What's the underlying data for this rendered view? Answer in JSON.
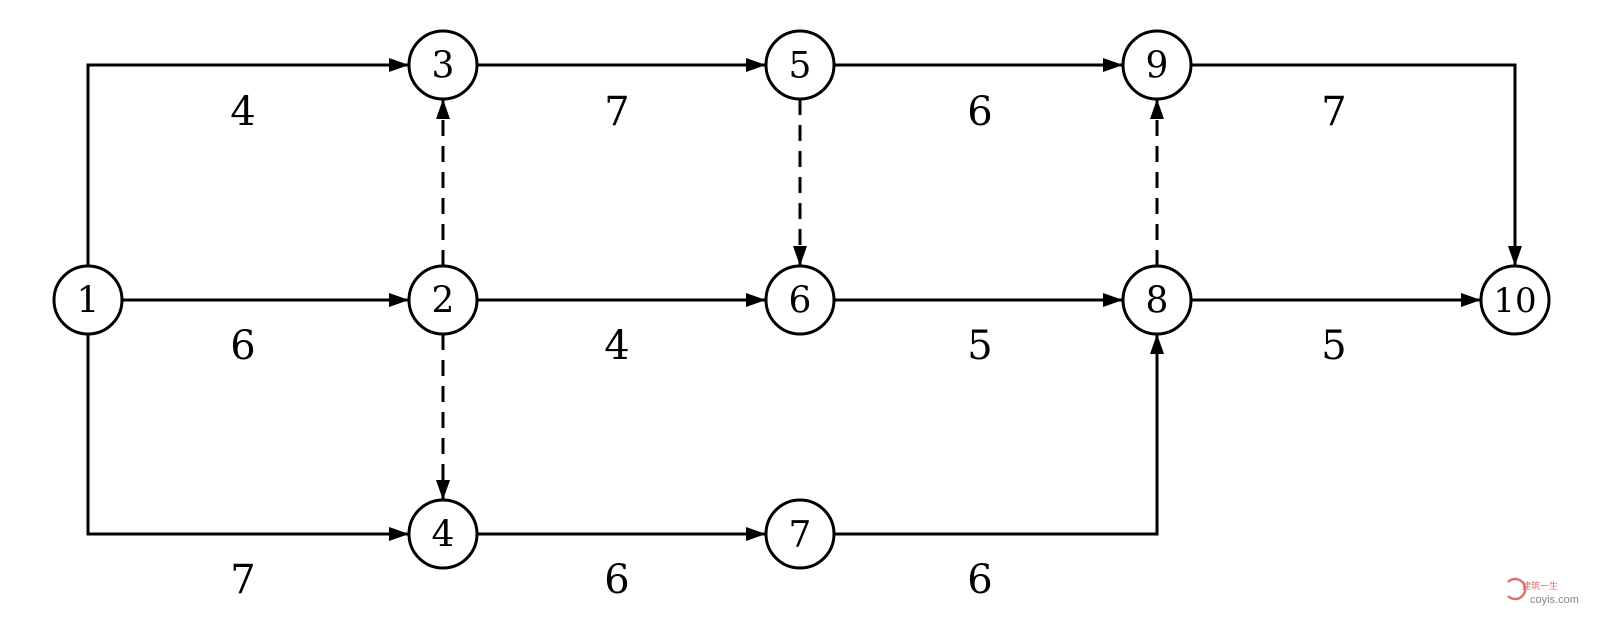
{
  "nodes": [
    {
      "id": "1",
      "label": "1"
    },
    {
      "id": "2",
      "label": "2"
    },
    {
      "id": "3",
      "label": "3"
    },
    {
      "id": "4",
      "label": "4"
    },
    {
      "id": "5",
      "label": "5"
    },
    {
      "id": "6",
      "label": "6"
    },
    {
      "id": "7",
      "label": "7"
    },
    {
      "id": "8",
      "label": "8"
    },
    {
      "id": "9",
      "label": "9"
    },
    {
      "id": "10",
      "label": "10"
    }
  ],
  "edges": [
    {
      "from": "1",
      "to": "3",
      "weight": "4",
      "dummy": false
    },
    {
      "from": "1",
      "to": "2",
      "weight": "6",
      "dummy": false
    },
    {
      "from": "1",
      "to": "4",
      "weight": "7",
      "dummy": false
    },
    {
      "from": "3",
      "to": "5",
      "weight": "7",
      "dummy": false
    },
    {
      "from": "2",
      "to": "6",
      "weight": "4",
      "dummy": false
    },
    {
      "from": "4",
      "to": "7",
      "weight": "6",
      "dummy": false
    },
    {
      "from": "5",
      "to": "9",
      "weight": "6",
      "dummy": false
    },
    {
      "from": "6",
      "to": "8",
      "weight": "5",
      "dummy": false
    },
    {
      "from": "7",
      "to": "8",
      "weight": "6",
      "dummy": false
    },
    {
      "from": "9",
      "to": "10",
      "weight": "7",
      "dummy": false
    },
    {
      "from": "8",
      "to": "10",
      "weight": "5",
      "dummy": false
    },
    {
      "from": "2",
      "to": "3",
      "weight": "",
      "dummy": true
    },
    {
      "from": "2",
      "to": "4",
      "weight": "",
      "dummy": true
    },
    {
      "from": "5",
      "to": "6",
      "weight": "",
      "dummy": true
    },
    {
      "from": "8",
      "to": "9",
      "weight": "",
      "dummy": true
    }
  ],
  "watermark": {
    "text_cn": "建筑一生",
    "text_en": "coyis.com",
    "color": "#e07070"
  }
}
